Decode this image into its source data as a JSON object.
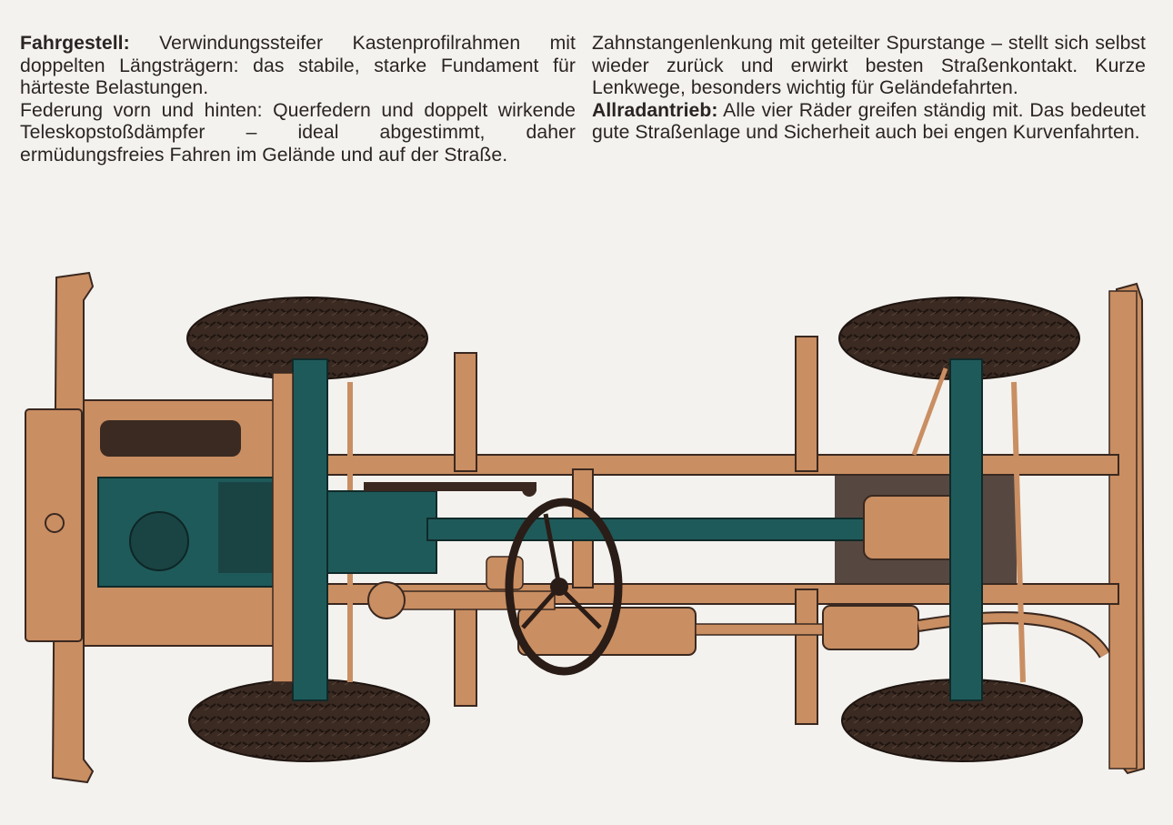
{
  "left_column": {
    "p1_heading": "Fahrgestell:",
    "p1_text": " Verwindungssteifer Kastenprofilrahmen mit doppelten Längsträgern: das stabile, starke Fundament für härteste Belastungen.",
    "p2_text": "Federung vorn und hinten: Querfedern und doppelt wir­kende Teleskopstoßdämpfer – ideal abgestimmt, daher ermüdungsfreies Fahren im Gelände und auf der Straße."
  },
  "right_column": {
    "p1_text": "Zahnstangenlenkung mit geteilter Spurstange – stellt sich selbst wieder zurück und erwirkt besten Straßenkontakt. Kurze Lenkwege, besonders wichtig für Geländefahrten.",
    "p2_heading": "Allradantrieb:",
    "p2_text": " Alle vier Räder greifen ständig mit. Das be­deutet gute Straßenlage und Sicherheit auch bei engen Kurvenfahrten."
  },
  "colors": {
    "frame": "#c98e62",
    "drivetrain": "#1f5a5a",
    "tire": "#3a2a22",
    "background": "#f4f2ee",
    "text": "#2a2524"
  }
}
